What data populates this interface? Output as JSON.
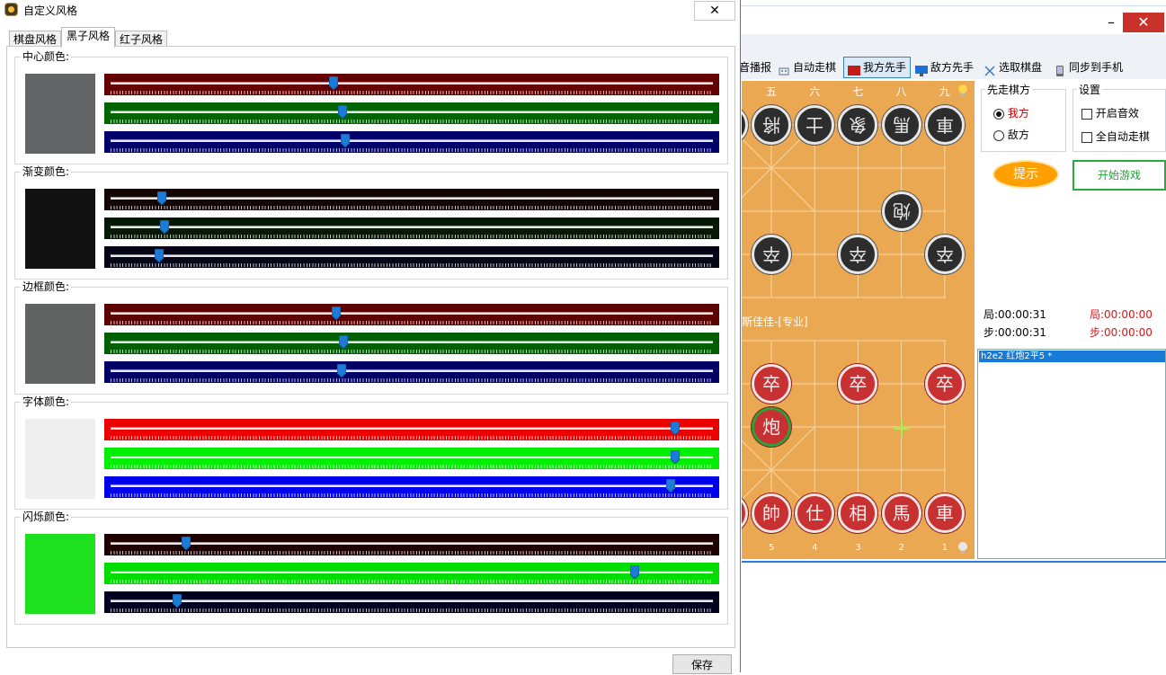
{
  "dialog": {
    "title": "自定义风格",
    "close_label": "✕",
    "tabs": [
      {
        "label": "棋盘风格",
        "active": false
      },
      {
        "label": "黑子风格",
        "active": true
      },
      {
        "label": "红子风格",
        "active": false
      }
    ],
    "save_label": "保存",
    "sections": [
      {
        "title": "中心颜色:",
        "swatch": "#626465",
        "sliders": [
          {
            "channel": "red",
            "bg": "#650000",
            "level": 0.37
          },
          {
            "channel": "green",
            "bg": "#006500",
            "level": 0.385
          },
          {
            "channel": "blue",
            "bg": "#00006a",
            "level": 0.39
          }
        ]
      },
      {
        "title": "渐变颜色:",
        "swatch": "#121212",
        "sliders": [
          {
            "channel": "red",
            "bg": "#140604",
            "level": 0.085
          },
          {
            "channel": "green",
            "bg": "#061906",
            "level": 0.09
          },
          {
            "channel": "blue",
            "bg": "#060517",
            "level": 0.08
          }
        ]
      },
      {
        "title": "边框颜色:",
        "swatch": "#606362",
        "sliders": [
          {
            "channel": "red",
            "bg": "#5d0000",
            "level": 0.375
          },
          {
            "channel": "green",
            "bg": "#005f00",
            "level": 0.387
          },
          {
            "channel": "blue",
            "bg": "#000067",
            "level": 0.383
          }
        ]
      },
      {
        "title": "字体颜色:",
        "swatch": "#efefef",
        "sliders": [
          {
            "channel": "red",
            "bg": "#ee0000",
            "level": 0.937
          },
          {
            "channel": "green",
            "bg": "#00ee00",
            "level": 0.937
          },
          {
            "channel": "blue",
            "bg": "#0000ee",
            "level": 0.93
          }
        ]
      },
      {
        "title": "闪烁颜色:",
        "swatch": "#1fe01f",
        "sliders": [
          {
            "channel": "red",
            "bg": "#1f0000",
            "level": 0.125
          },
          {
            "channel": "green",
            "bg": "#00dd00",
            "level": 0.87
          },
          {
            "channel": "blue",
            "bg": "#00001f",
            "level": 0.11
          }
        ]
      }
    ]
  },
  "app": {
    "close_label": "✕",
    "min_label": "–",
    "toolbar": [
      {
        "label": "音播报",
        "icon": "",
        "selected": false
      },
      {
        "label": "自动走棋",
        "icon": "robot-icon",
        "selected": false
      },
      {
        "label": "我方先手",
        "icon": "red-flag-icon",
        "selected": true
      },
      {
        "label": "敌方先手",
        "icon": "monitor-icon",
        "selected": false
      },
      {
        "label": "选取棋盘",
        "icon": "scissors-icon",
        "selected": false
      },
      {
        "label": "同步到手机",
        "icon": "phone-icon",
        "selected": false
      }
    ],
    "file_labels_top": [
      "五",
      "六",
      "七",
      "八",
      "九"
    ],
    "file_labels_bottom": [
      "5",
      "4",
      "3",
      "2",
      "1"
    ],
    "river_text": "斯佳佳-[专业]",
    "black_pieces": [
      {
        "char": "將",
        "col": 0,
        "row": 0
      },
      {
        "char": "士",
        "col": 1,
        "row": 0
      },
      {
        "char": "象",
        "col": 2,
        "row": 0
      },
      {
        "char": "馬",
        "col": 3,
        "row": 0
      },
      {
        "char": "車",
        "col": 4,
        "row": 0
      },
      {
        "char": "炮",
        "col": 3,
        "row": 2
      },
      {
        "char": "卒",
        "col": 0,
        "row": 3
      },
      {
        "char": "卒",
        "col": 2,
        "row": 3
      },
      {
        "char": "卒",
        "col": 4,
        "row": 3
      }
    ],
    "red_pieces": [
      {
        "char": "卒",
        "col": 0,
        "row": 6,
        "selected": false
      },
      {
        "char": "卒",
        "col": 2,
        "row": 6,
        "selected": false
      },
      {
        "char": "卒",
        "col": 4,
        "row": 6,
        "selected": false
      },
      {
        "char": "炮",
        "col": 0,
        "row": 7,
        "selected": true
      },
      {
        "char": "帥",
        "col": 0,
        "row": 9,
        "selected": false
      },
      {
        "char": "仕",
        "col": 1,
        "row": 9,
        "selected": false
      },
      {
        "char": "相",
        "col": 2,
        "row": 9,
        "selected": false
      },
      {
        "char": "馬",
        "col": 3,
        "row": 9,
        "selected": false
      },
      {
        "char": "車",
        "col": 4,
        "row": 9,
        "selected": false
      }
    ],
    "first_move": {
      "title": "先走棋方",
      "options": [
        {
          "label": "我方",
          "checked": true,
          "color": "#c00000"
        },
        {
          "label": "敌方",
          "checked": false,
          "color": "#000000"
        }
      ]
    },
    "settings": {
      "title": "设置",
      "options": [
        {
          "label": "开启音效",
          "checked": false
        },
        {
          "label": "全自动走棋",
          "checked": false
        }
      ]
    },
    "hint_label": "提示",
    "start_label": "开始游戏",
    "timers": {
      "black_game_label": "局:",
      "black_game": "00:00:31",
      "black_step_label": "步:",
      "black_step": "00:00:31",
      "red_game_label": "局:",
      "red_game": "00:00:00",
      "red_step_label": "步:",
      "red_step": "00:00:00"
    },
    "moves": [
      "h2e2 红炮2平5 *"
    ]
  }
}
